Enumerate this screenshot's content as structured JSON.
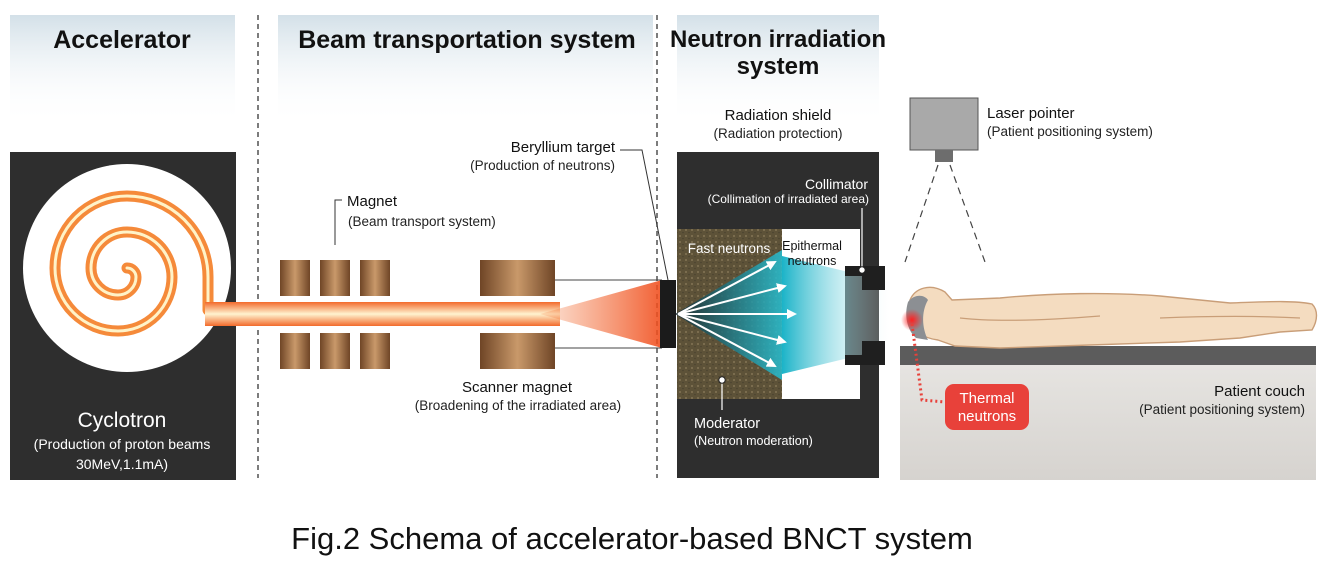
{
  "sections": {
    "accelerator": "Accelerator",
    "beam_transport": "Beam transportation system",
    "neutron_irradiation_line1": "Neutron irradiation",
    "neutron_irradiation_line2": "system"
  },
  "cyclotron": {
    "title": "Cyclotron",
    "detail_line1": "(Production of proton beams",
    "detail_line2": "30MeV,1.1mA)"
  },
  "magnet": {
    "title": "Magnet",
    "detail": "(Beam transport system)"
  },
  "scanner_magnet": {
    "title": "Scanner magnet",
    "detail": "(Broadening of the irradiated area)"
  },
  "beryllium_target": {
    "title": "Beryllium target",
    "detail": "(Production of neutrons)"
  },
  "radiation_shield": {
    "title": "Radiation shield",
    "detail": "(Radiation protection)"
  },
  "collimator": {
    "title": "Collimator",
    "detail": "(Collimation of irradiated area)"
  },
  "fast_neutrons": "Fast neutrons",
  "epithermal_line1": "Epithermal",
  "epithermal_line2": "neutrons",
  "moderator": {
    "title": "Moderator",
    "detail": "(Neutron moderation)"
  },
  "laser_pointer": {
    "title": "Laser pointer",
    "detail": "(Patient positioning system)"
  },
  "thermal_line1": "Thermal",
  "thermal_line2": "neutrons",
  "patient_couch": {
    "title": "Patient couch",
    "detail": "(Patient positioning system)"
  },
  "caption": "Fig.2  Schema of accelerator-based BNCT system",
  "colors": {
    "panel_dark": "#2e2e2e",
    "beam_orange": "#f07a3c",
    "magnet_brown": "#a8764c",
    "neutron_cyan": "#2fc6d8",
    "thermal_red": "#e8413a",
    "couch_gray": "#dbd9d6"
  }
}
